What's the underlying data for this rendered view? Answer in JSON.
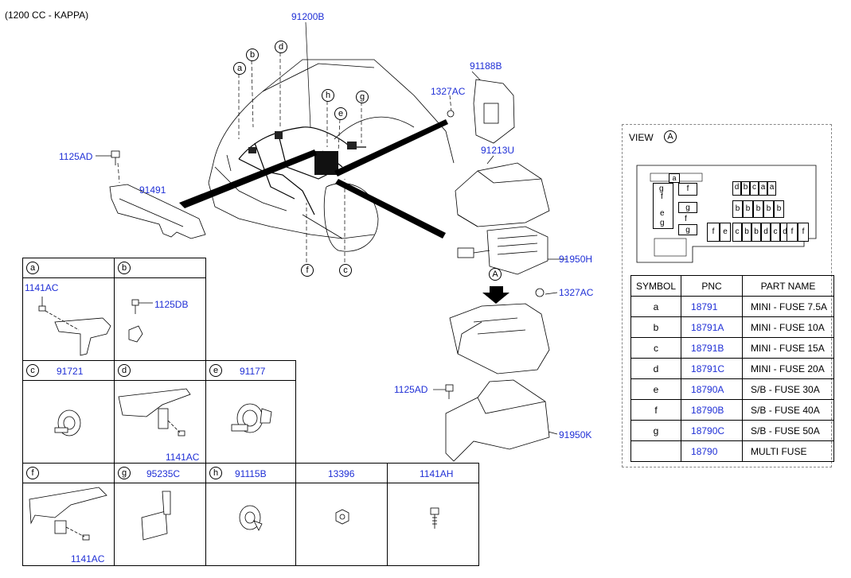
{
  "header": {
    "engine": "(1200 CC - KAPPA)"
  },
  "main_labels": {
    "harness": "91200B",
    "bracket_top": "91188B",
    "nut_top": "1327AC",
    "bolt_left": "1125AD",
    "rail": "91491",
    "cover": "91213U",
    "junction": "91950H",
    "nut_mid": "1327AC",
    "bolt_low": "1125AD",
    "lower_box": "91950K",
    "view_arrow": "A"
  },
  "callouts": [
    "a",
    "b",
    "d",
    "h",
    "e",
    "g",
    "f",
    "c"
  ],
  "parts_grid": [
    {
      "key": "a",
      "title": "",
      "labels": [
        "1141AC"
      ]
    },
    {
      "key": "b",
      "title": "",
      "labels": [
        "1125DB"
      ]
    },
    {
      "key": "c",
      "title": "91721",
      "labels": []
    },
    {
      "key": "d",
      "title": "",
      "labels": [
        "1141AC"
      ]
    },
    {
      "key": "e",
      "title": "91177",
      "labels": []
    },
    {
      "key": "f",
      "title": "",
      "labels": [
        "1141AC"
      ]
    },
    {
      "key": "g",
      "title": "95235C",
      "labels": []
    },
    {
      "key": "h",
      "title": "91115B",
      "labels": []
    },
    {
      "key": "",
      "title": "13396",
      "labels": []
    },
    {
      "key": "",
      "title": "1141AH",
      "labels": []
    }
  ],
  "view": {
    "title": "VIEW",
    "letter": "A",
    "left_fuses": [
      "a",
      "g",
      "f",
      "f",
      "e",
      "g",
      "g",
      "f",
      "g"
    ],
    "row1": [
      "d",
      "b",
      "c",
      "a",
      "a"
    ],
    "row2": [
      "b",
      "b",
      "b",
      "b",
      "b"
    ],
    "row3": [
      "f",
      "e",
      "c",
      "b",
      "b",
      "d",
      "c",
      "d",
      "f",
      "f"
    ]
  },
  "table": {
    "headers": [
      "SYMBOL",
      "PNC",
      "PART NAME"
    ],
    "rows": [
      {
        "symbol": "a",
        "pnc": "18791",
        "name": "MINI - FUSE 7.5A"
      },
      {
        "symbol": "b",
        "pnc": "18791A",
        "name": "MINI - FUSE 10A"
      },
      {
        "symbol": "c",
        "pnc": "18791B",
        "name": "MINI - FUSE 15A"
      },
      {
        "symbol": "d",
        "pnc": "18791C",
        "name": "MINI - FUSE 20A"
      },
      {
        "symbol": "e",
        "pnc": "18790A",
        "name": "S/B - FUSE 30A"
      },
      {
        "symbol": "f",
        "pnc": "18790B",
        "name": "S/B - FUSE 40A"
      },
      {
        "symbol": "g",
        "pnc": "18790C",
        "name": "S/B - FUSE 50A"
      },
      {
        "symbol": "",
        "pnc": "18790",
        "name": "MULTI FUSE"
      }
    ]
  },
  "colors": {
    "link": "#1f2fd6",
    "line": "#000000"
  }
}
